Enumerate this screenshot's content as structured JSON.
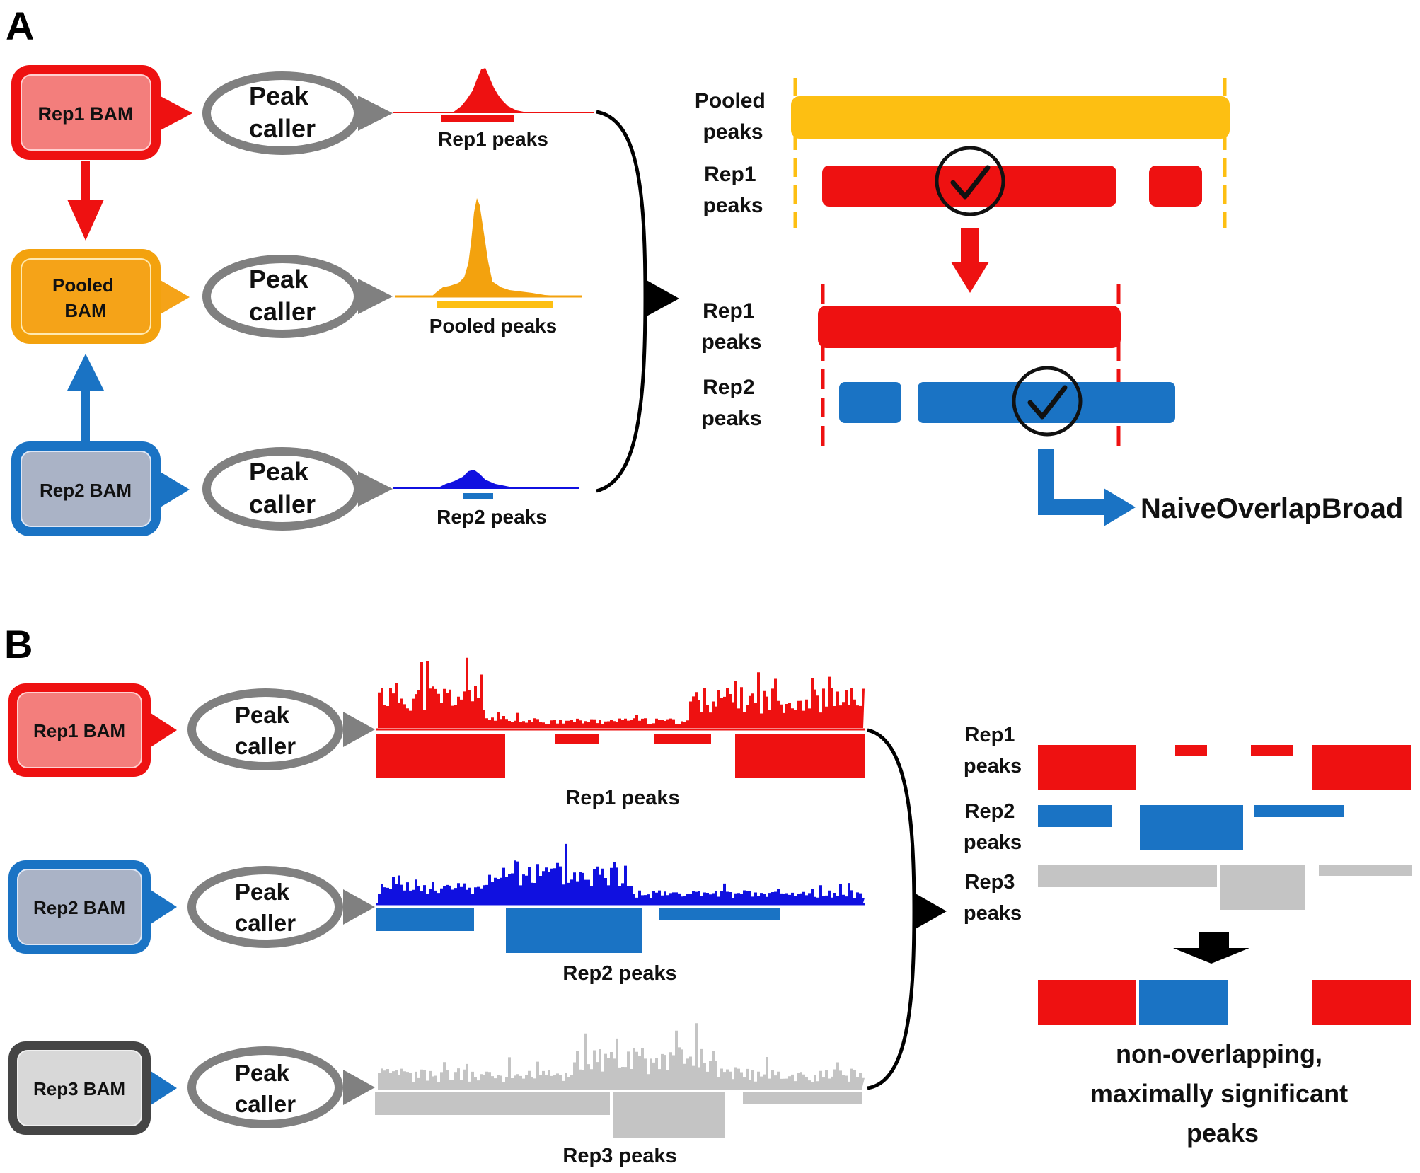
{
  "panel_a": {
    "label": "A",
    "bam_boxes": [
      "Rep1 BAM",
      "Pooled\nBAM",
      "Rep2 BAM"
    ],
    "peak_caller": "Peak\ncaller",
    "track_labels": [
      "Rep1 peaks",
      "Pooled peaks",
      "Rep2 peaks"
    ],
    "overlap_labels": {
      "pooled": "Pooled\npeaks",
      "rep1_top": "Rep1\npeaks",
      "rep1_bottom": "Rep1\npeaks",
      "rep2": "Rep2\npeaks"
    },
    "result": "NaiveOverlapBroad"
  },
  "panel_b": {
    "label": "B",
    "bam_boxes": [
      "Rep1 BAM",
      "Rep2 BAM",
      "Rep3 BAM"
    ],
    "peak_caller": "Peak\ncaller",
    "track_labels": [
      "Rep1 peaks",
      "Rep2 peaks",
      "Rep3 peaks"
    ],
    "merge_labels": [
      "Rep1\npeaks",
      "Rep2\npeaks",
      "Rep3\npeaks"
    ],
    "result": "non-overlapping,\nmaximally significant\npeaks"
  },
  "colors": {
    "rep1": "#ee1111",
    "rep1_fill": "#f37e7c",
    "pooled": "#f3a20e",
    "pooled_fill": "#f5a318",
    "pooled_peak": "#fdbf12",
    "rep2": "#1a73c4",
    "rep2_fill": "#aab3c6",
    "rep2_signal": "#1010e0",
    "rep3": "#454545",
    "rep3_fill": "#d8d8d8",
    "rep3_signal": "#c4c4c4",
    "ellipse": "#808080"
  }
}
